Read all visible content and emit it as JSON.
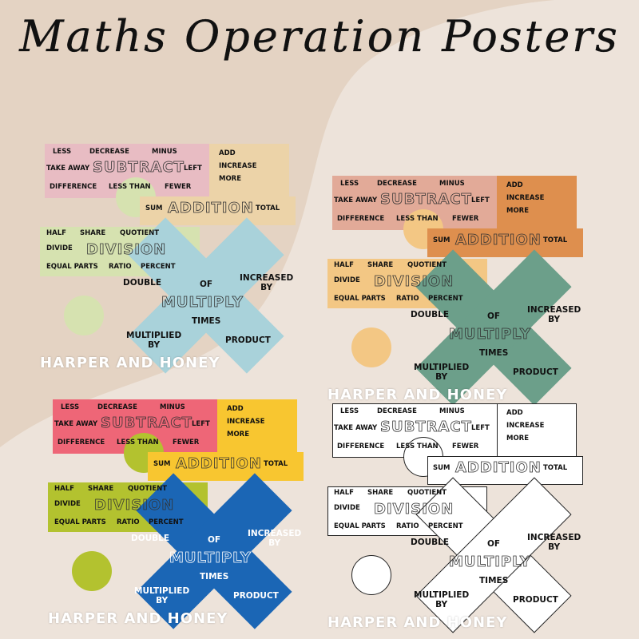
{
  "title": "Maths Operation Posters",
  "watermark": "HARPER AND HONEY",
  "cards": {
    "subtract": {
      "title": "SUBTRACT",
      "words": [
        "LESS",
        "DECREASE",
        "MINUS",
        "TAKE AWAY",
        "LEFT",
        "FEWER",
        "DIFFERENCE",
        "LESS THAN"
      ]
    },
    "addition": {
      "title": "ADDITION",
      "words": [
        "ADD",
        "INCREASE",
        "MORE",
        "SUM",
        "TOTAL"
      ]
    },
    "division": {
      "title": "DIVISION",
      "words": [
        "HALF",
        "SHARE",
        "QUOTIENT",
        "DIVIDE",
        "EQUAL PARTS",
        "RATIO",
        "PERCENT"
      ]
    },
    "multiply": {
      "title": "MULTIPLY",
      "words": [
        "DOUBLE",
        "OF",
        "INCREASED BY",
        "TIMES",
        "MULTIPLIED BY",
        "PRODUCT"
      ]
    }
  },
  "sets": [
    {
      "name": "pastel",
      "colors": {
        "subtract": "#e8bcc3",
        "addition": "#ecd3a8",
        "division": "#d6e2b0",
        "circle": "#d6e2b0",
        "multiply": "#a9d2da"
      }
    },
    {
      "name": "earthy",
      "colors": {
        "subtract": "#e2aa98",
        "addition": "#de8f4e",
        "division": "#f3c784",
        "circle": "#f3c784",
        "multiply": "#6c9f8a"
      }
    },
    {
      "name": "bright",
      "colors": {
        "subtract": "#ee6677",
        "addition": "#f8c630",
        "division": "#b3c22f",
        "circle": "#b3c22f",
        "multiply": "#1b66b5"
      }
    },
    {
      "name": "black-and-white",
      "colors": {
        "subtract": "#ffffff",
        "addition": "#ffffff",
        "division": "#ffffff",
        "circle": "#ffffff",
        "multiply": "#ffffff"
      }
    }
  ]
}
